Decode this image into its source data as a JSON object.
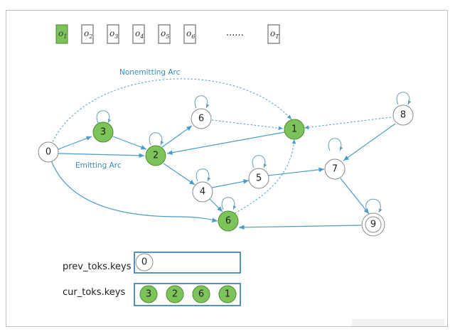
{
  "observations": {
    "items": [
      {
        "base": "o",
        "sub": "1",
        "highlighted": true
      },
      {
        "base": "o",
        "sub": "2",
        "highlighted": false
      },
      {
        "base": "o",
        "sub": "3",
        "highlighted": false
      },
      {
        "base": "o",
        "sub": "4",
        "highlighted": false
      },
      {
        "base": "o",
        "sub": "5",
        "highlighted": false
      },
      {
        "base": "o",
        "sub": "6",
        "highlighted": false
      },
      {
        "base": "o",
        "sub": "T",
        "highlighted": false
      }
    ],
    "ellipsis": "......"
  },
  "labels": {
    "nonemitting_arc": "Nonemitting Arc",
    "emitting_arc": "Emitting Arc"
  },
  "states": [
    {
      "id": "0",
      "active": false
    },
    {
      "id": "3",
      "active": true
    },
    {
      "id": "2",
      "active": true
    },
    {
      "id": "6",
      "active": false
    },
    {
      "id": "1",
      "active": true
    },
    {
      "id": "8",
      "active": false
    },
    {
      "id": "4",
      "active": false
    },
    {
      "id": "5",
      "active": false
    },
    {
      "id": "7",
      "active": false
    },
    {
      "id": "6",
      "active": true
    },
    {
      "id": "9",
      "active": false
    }
  ],
  "prev_toks": {
    "label": "prev_toks.keys",
    "tokens": [
      "0"
    ]
  },
  "cur_toks": {
    "label": "cur_toks.keys",
    "tokens": [
      "3",
      "2",
      "6",
      "1"
    ]
  },
  "colors": {
    "active_fill": "#7cc35a",
    "edge": "#4b9cc8",
    "box_border": "#2a7aa5"
  }
}
